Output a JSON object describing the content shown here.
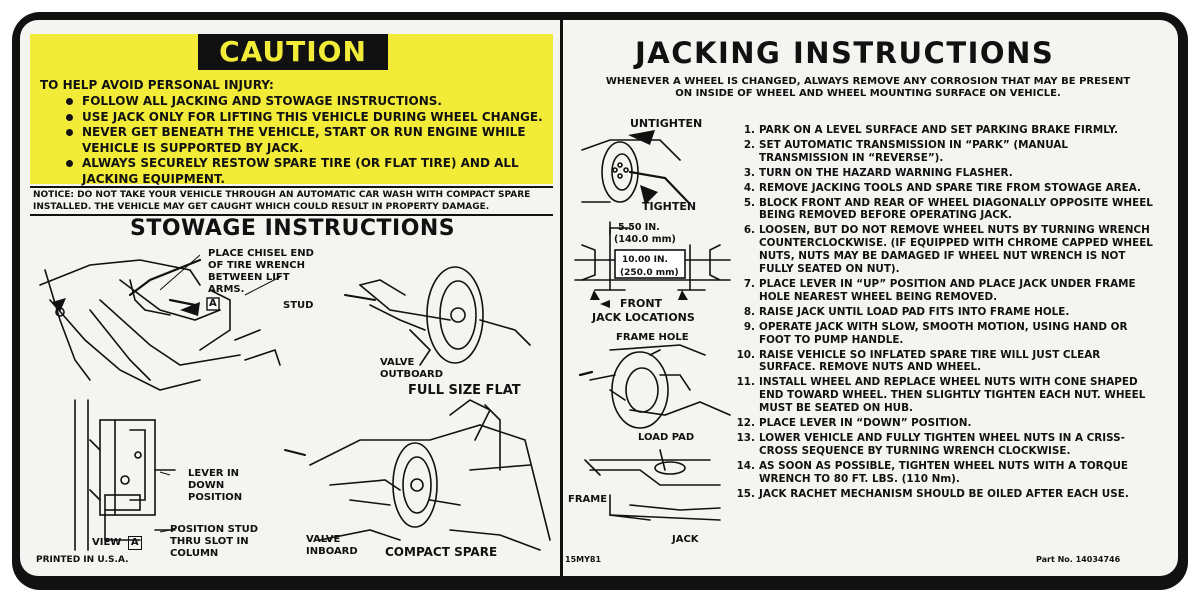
{
  "caution": {
    "title": "CAUTION",
    "intro": "TO HELP AVOID PERSONAL INJURY:",
    "items": [
      "FOLLOW ALL JACKING AND STOWAGE INSTRUCTIONS.",
      "USE JACK ONLY FOR LIFTING THIS VEHICLE DURING WHEEL CHANGE.",
      "NEVER GET BENEATH THE VEHICLE, START OR RUN ENGINE WHILE VEHICLE IS SUPPORTED BY JACK.",
      "ALWAYS SECURELY RESTOW SPARE TIRE (OR FLAT TIRE) AND ALL JACKING EQUIPMENT."
    ],
    "notice": "NOTICE: DO NOT TAKE YOUR VEHICLE THROUGH AN AUTOMATIC CAR WASH WITH COMPACT SPARE INSTALLED. THE VEHICLE MAY GET CAUGHT WHICH COULD RESULT IN PROPERTY DAMAGE."
  },
  "stowage": {
    "title": "STOWAGE INSTRUCTIONS",
    "chisel_label": "PLACE CHISEL END OF TIRE WRENCH BETWEEN LIFT ARMS.",
    "stud_label": "STUD",
    "view_a_arrow": "A",
    "valve_outboard": "VALVE OUTBOARD",
    "full_size_flat": "FULL SIZE FLAT",
    "lever_label": "LEVER IN DOWN POSITION",
    "position_stud": "POSITION STUD THRU SLOT IN COLUMN",
    "view_a_label": "VIEW",
    "view_a_letter": "A",
    "printed": "PRINTED IN U.S.A.",
    "valve_inboard": "VALVE INBOARD",
    "compact_spare": "COMPACT SPARE"
  },
  "jacking": {
    "title": "JACKING INSTRUCTIONS",
    "intro": "WHENEVER A WHEEL IS CHANGED, ALWAYS REMOVE ANY CORROSION THAT MAY BE PRESENT ON INSIDE OF WHEEL AND WHEEL MOUNTING SURFACE ON VEHICLE.",
    "untighten": "UNTIGHTEN",
    "tighten": "TIGHTEN",
    "dim1": "5.50 IN.",
    "dim1_mm": "(140.0 mm)",
    "dim2": "10.00 IN.",
    "dim2_mm": "(250.0 mm)",
    "front": "FRONT",
    "jack_locations": "JACK LOCATIONS",
    "frame_hole": "FRAME HOLE",
    "load_pad": "LOAD PAD",
    "frame": "FRAME",
    "jack": "JACK",
    "code": "15MY81",
    "part_no": "Part No. 14034746",
    "steps": [
      {
        "n": "1.",
        "t": "PARK ON A LEVEL SURFACE AND SET PARKING BRAKE FIRMLY."
      },
      {
        "n": "2.",
        "t": "SET AUTOMATIC TRANSMISSION IN “PARK” (MANUAL TRANSMISSION IN “REVERSE”)."
      },
      {
        "n": "3.",
        "t": "TURN ON THE HAZARD WARNING FLASHER."
      },
      {
        "n": "4.",
        "t": "REMOVE JACKING TOOLS AND SPARE TIRE FROM STOWAGE AREA."
      },
      {
        "n": "5.",
        "t": "BLOCK FRONT AND REAR OF WHEEL DIAGONALLY OPPOSITE WHEEL BEING REMOVED BEFORE OPERATING JACK."
      },
      {
        "n": "6.",
        "t": "LOOSEN, BUT DO NOT REMOVE WHEEL NUTS BY TURNING WRENCH COUNTERCLOCKWISE. (IF EQUIPPED WITH CHROME CAPPED WHEEL NUTS, NUTS MAY BE DAMAGED IF WHEEL NUT WRENCH IS NOT FULLY SEATED ON NUT)."
      },
      {
        "n": "7.",
        "t": "PLACE LEVER IN “UP” POSITION AND PLACE JACK UNDER FRAME HOLE NEAREST WHEEL BEING REMOVED."
      },
      {
        "n": "8.",
        "t": "RAISE JACK UNTIL LOAD PAD FITS INTO FRAME HOLE."
      },
      {
        "n": "9.",
        "t": "OPERATE JACK WITH SLOW, SMOOTH MOTION, USING HAND OR FOOT TO PUMP HANDLE."
      },
      {
        "n": "10.",
        "t": "RAISE VEHICLE SO INFLATED SPARE TIRE WILL JUST CLEAR SURFACE. REMOVE NUTS AND WHEEL."
      },
      {
        "n": "11.",
        "t": "INSTALL WHEEL AND REPLACE WHEEL NUTS WITH CONE SHAPED END TOWARD WHEEL. THEN SLIGHTLY TIGHTEN EACH NUT. WHEEL MUST BE SEATED ON HUB."
      },
      {
        "n": "12.",
        "t": "PLACE LEVER IN “DOWN” POSITION."
      },
      {
        "n": "13.",
        "t": "LOWER VEHICLE AND FULLY TIGHTEN WHEEL NUTS IN A CRISS-CROSS SEQUENCE BY TURNING WRENCH CLOCKWISE."
      },
      {
        "n": "14.",
        "t": "AS SOON AS POSSIBLE, TIGHTEN WHEEL NUTS WITH A TORQUE WRENCH TO 80 FT. LBS. (110 Nm)."
      },
      {
        "n": "15.",
        "t": "JACK RACHET MECHANISM SHOULD BE OILED AFTER EACH USE."
      }
    ]
  }
}
